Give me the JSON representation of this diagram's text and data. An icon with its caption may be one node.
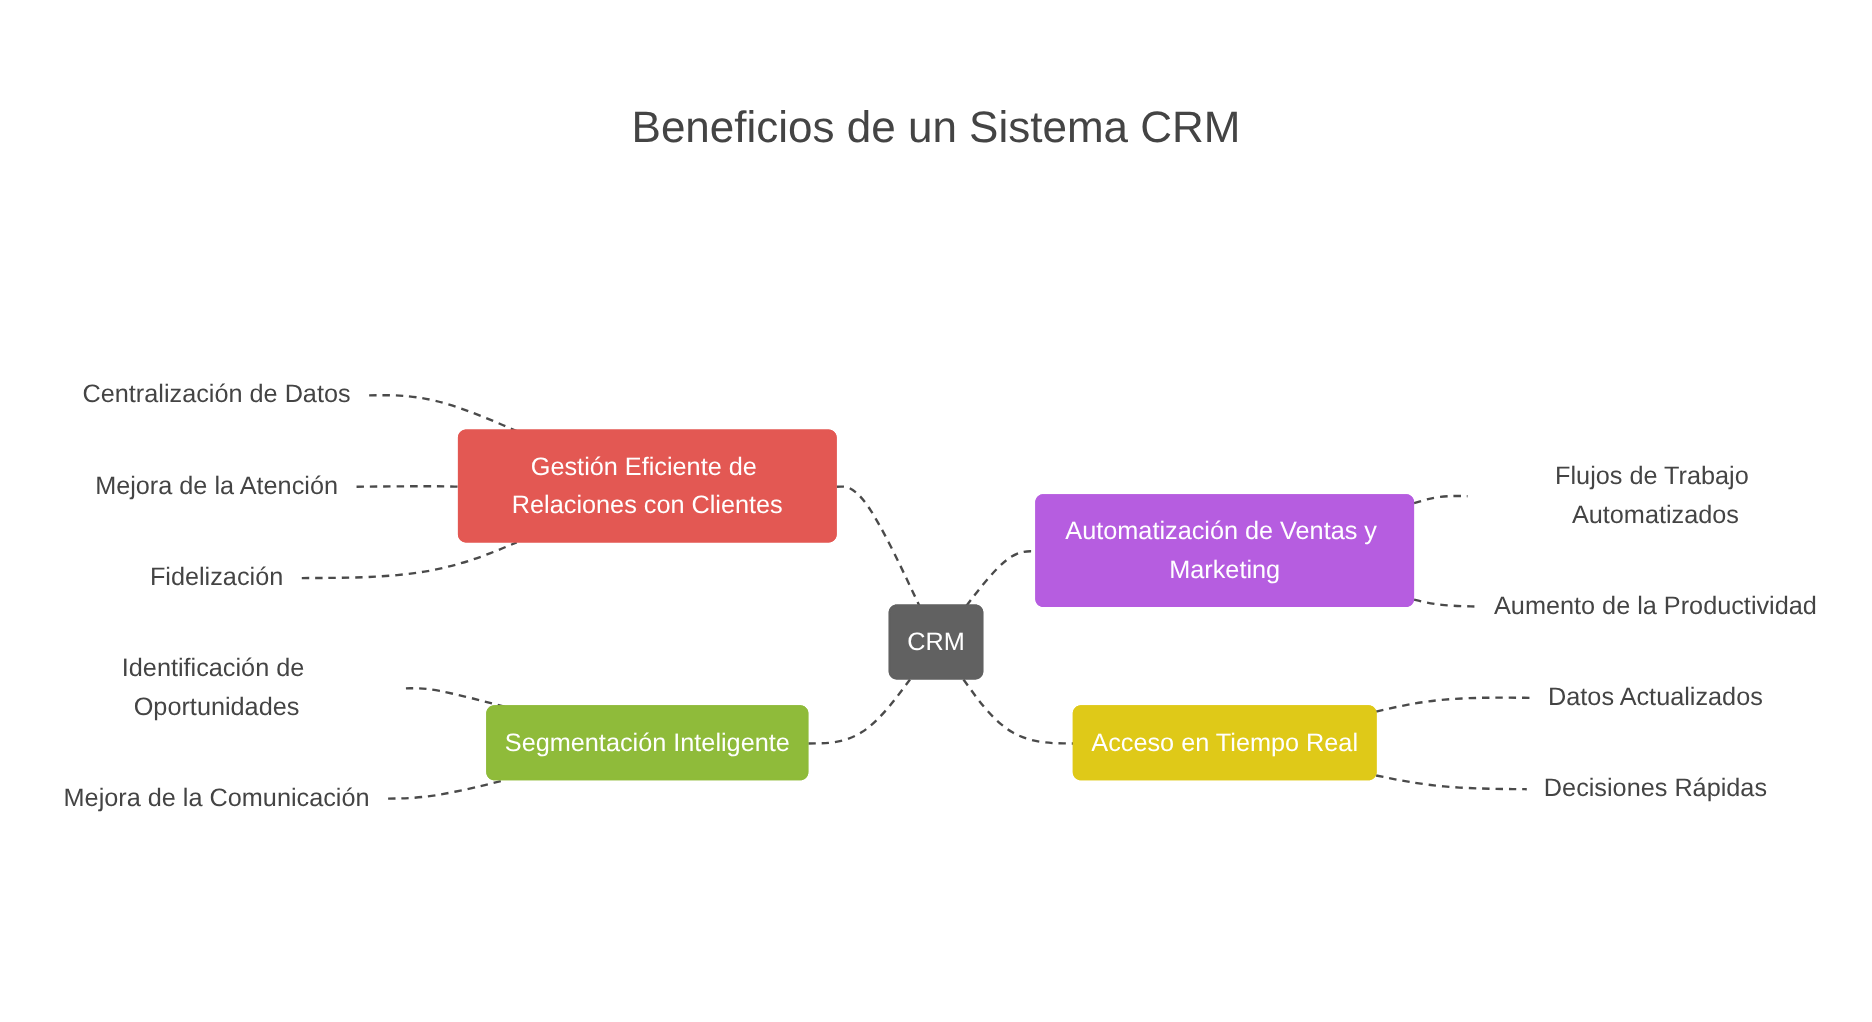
{
  "diagram": {
    "title": "Beneficios de un Sistema CRM",
    "nodes": [
      {
        "text": [
          "CRM"
        ]
      },
      {
        "text": [
          "Gestión Eficiente de Relaciones con Clientes"
        ]
      },
      {
        "text": [
          "Centralización de Datos"
        ]
      },
      {
        "text": [
          "Mejora de la Atención"
        ]
      },
      {
        "text": [
          "Fidelización"
        ]
      },
      {
        "text": [
          "Automatización de Ventas y Marketing"
        ]
      },
      {
        "text": [
          "Flujos de Trabajo Automatizados"
        ]
      },
      {
        "text": [
          "Aumento de la Productividad"
        ]
      },
      {
        "text": [
          "Segmentación Inteligente"
        ]
      },
      {
        "text": [
          "Identificación de Oportunidades"
        ]
      },
      {
        "text": [
          "Mejora de la Comunicación"
        ]
      },
      {
        "text": [
          "Acceso en Tiempo Real"
        ]
      },
      {
        "text": [
          "Datos Actualizados"
        ]
      },
      {
        "text": [
          "Decisiones Rápidas"
        ]
      }
    ],
    "edges": [
      {
        "from": 1,
        "to": 0,
        "arrow": "none",
        "style": "dashed"
      },
      {
        "from": 2,
        "to": 1,
        "arrow": "none",
        "style": "dashed"
      },
      {
        "from": 3,
        "to": 1,
        "arrow": "none",
        "style": "dashed"
      },
      {
        "from": 4,
        "to": 1,
        "arrow": "none",
        "style": "dashed"
      },
      {
        "from": 0,
        "to": 5,
        "arrow": "none",
        "style": "dashed"
      },
      {
        "from": 5,
        "to": 6,
        "arrow": "none",
        "style": "dashed"
      },
      {
        "from": 5,
        "to": 7,
        "arrow": "none",
        "style": "dashed"
      },
      {
        "from": 8,
        "to": 0,
        "arrow": "none",
        "style": "dashed"
      },
      {
        "from": 9,
        "to": 8,
        "arrow": "none",
        "style": "dashed"
      },
      {
        "from": 10,
        "to": 8,
        "arrow": "none",
        "style": "dashed"
      },
      {
        "from": 0,
        "to": 11,
        "arrow": "none",
        "style": "dashed"
      },
      {
        "from": 11,
        "to": 12,
        "arrow": "none",
        "style": "dashed"
      },
      {
        "from": 11,
        "to": 13,
        "arrow": "none",
        "style": "dashed"
      }
    ]
  }
}
